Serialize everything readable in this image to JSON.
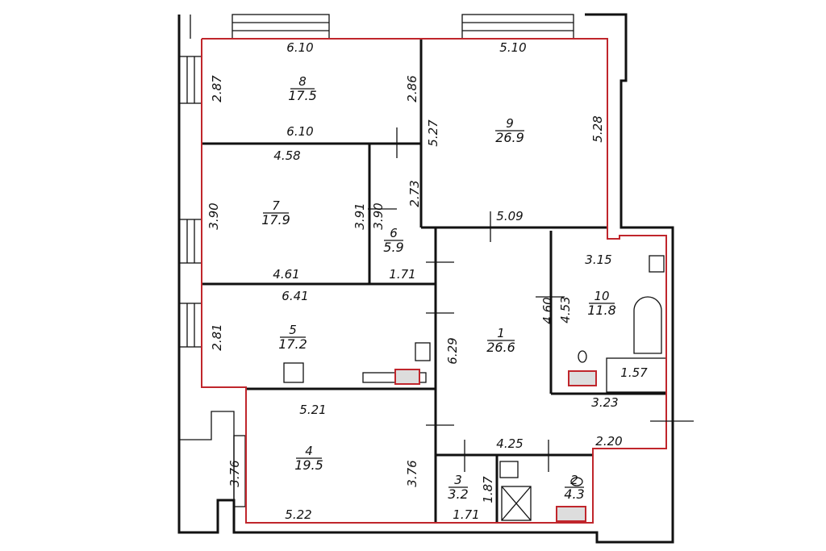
{
  "plan": {
    "outline_color": "#c0262c",
    "wall_color": "#111111",
    "rooms": [
      {
        "number": "1",
        "area": "26.6"
      },
      {
        "number": "2",
        "area": "4.3"
      },
      {
        "number": "3",
        "area": "3.2"
      },
      {
        "number": "4",
        "area": "19.5"
      },
      {
        "number": "5",
        "area": "17.2"
      },
      {
        "number": "6",
        "area": "5.9"
      },
      {
        "number": "7",
        "area": "17.9"
      },
      {
        "number": "8",
        "area": "17.5"
      },
      {
        "number": "9",
        "area": "26.9"
      },
      {
        "number": "10",
        "area": "11.8"
      }
    ],
    "dimensions": {
      "r8_top": "6.10",
      "r8_left": "2.87",
      "r8_right": "2.86",
      "r8_bottom": "6.10",
      "r9_top": "5.10",
      "r9_left": "5.27",
      "r9_right": "5.28",
      "r9_bottom": "5.09",
      "r7_top": "4.58",
      "r7_left": "3.90",
      "r7_right": "3.91",
      "r7_bottom": "4.61",
      "r6_left": "3.90",
      "r6_right": "2.73",
      "r6_bottom": "1.71",
      "r5_top": "6.41",
      "r5_left": "2.81",
      "r1_left": "6.29",
      "r1_right": "4.60",
      "r1_bottom": "4.25",
      "r1_step": "2.20",
      "r10_top": "3.15",
      "r10_left": "4.53",
      "r10_bottom": "3.23",
      "r10_closet": "1.57",
      "r4_top": "5.21",
      "r4_left": "3.76",
      "r4_right": "3.76",
      "r4_bottom": "5.22",
      "r3_bottom": "1.71",
      "r3_right": "1.87"
    }
  }
}
